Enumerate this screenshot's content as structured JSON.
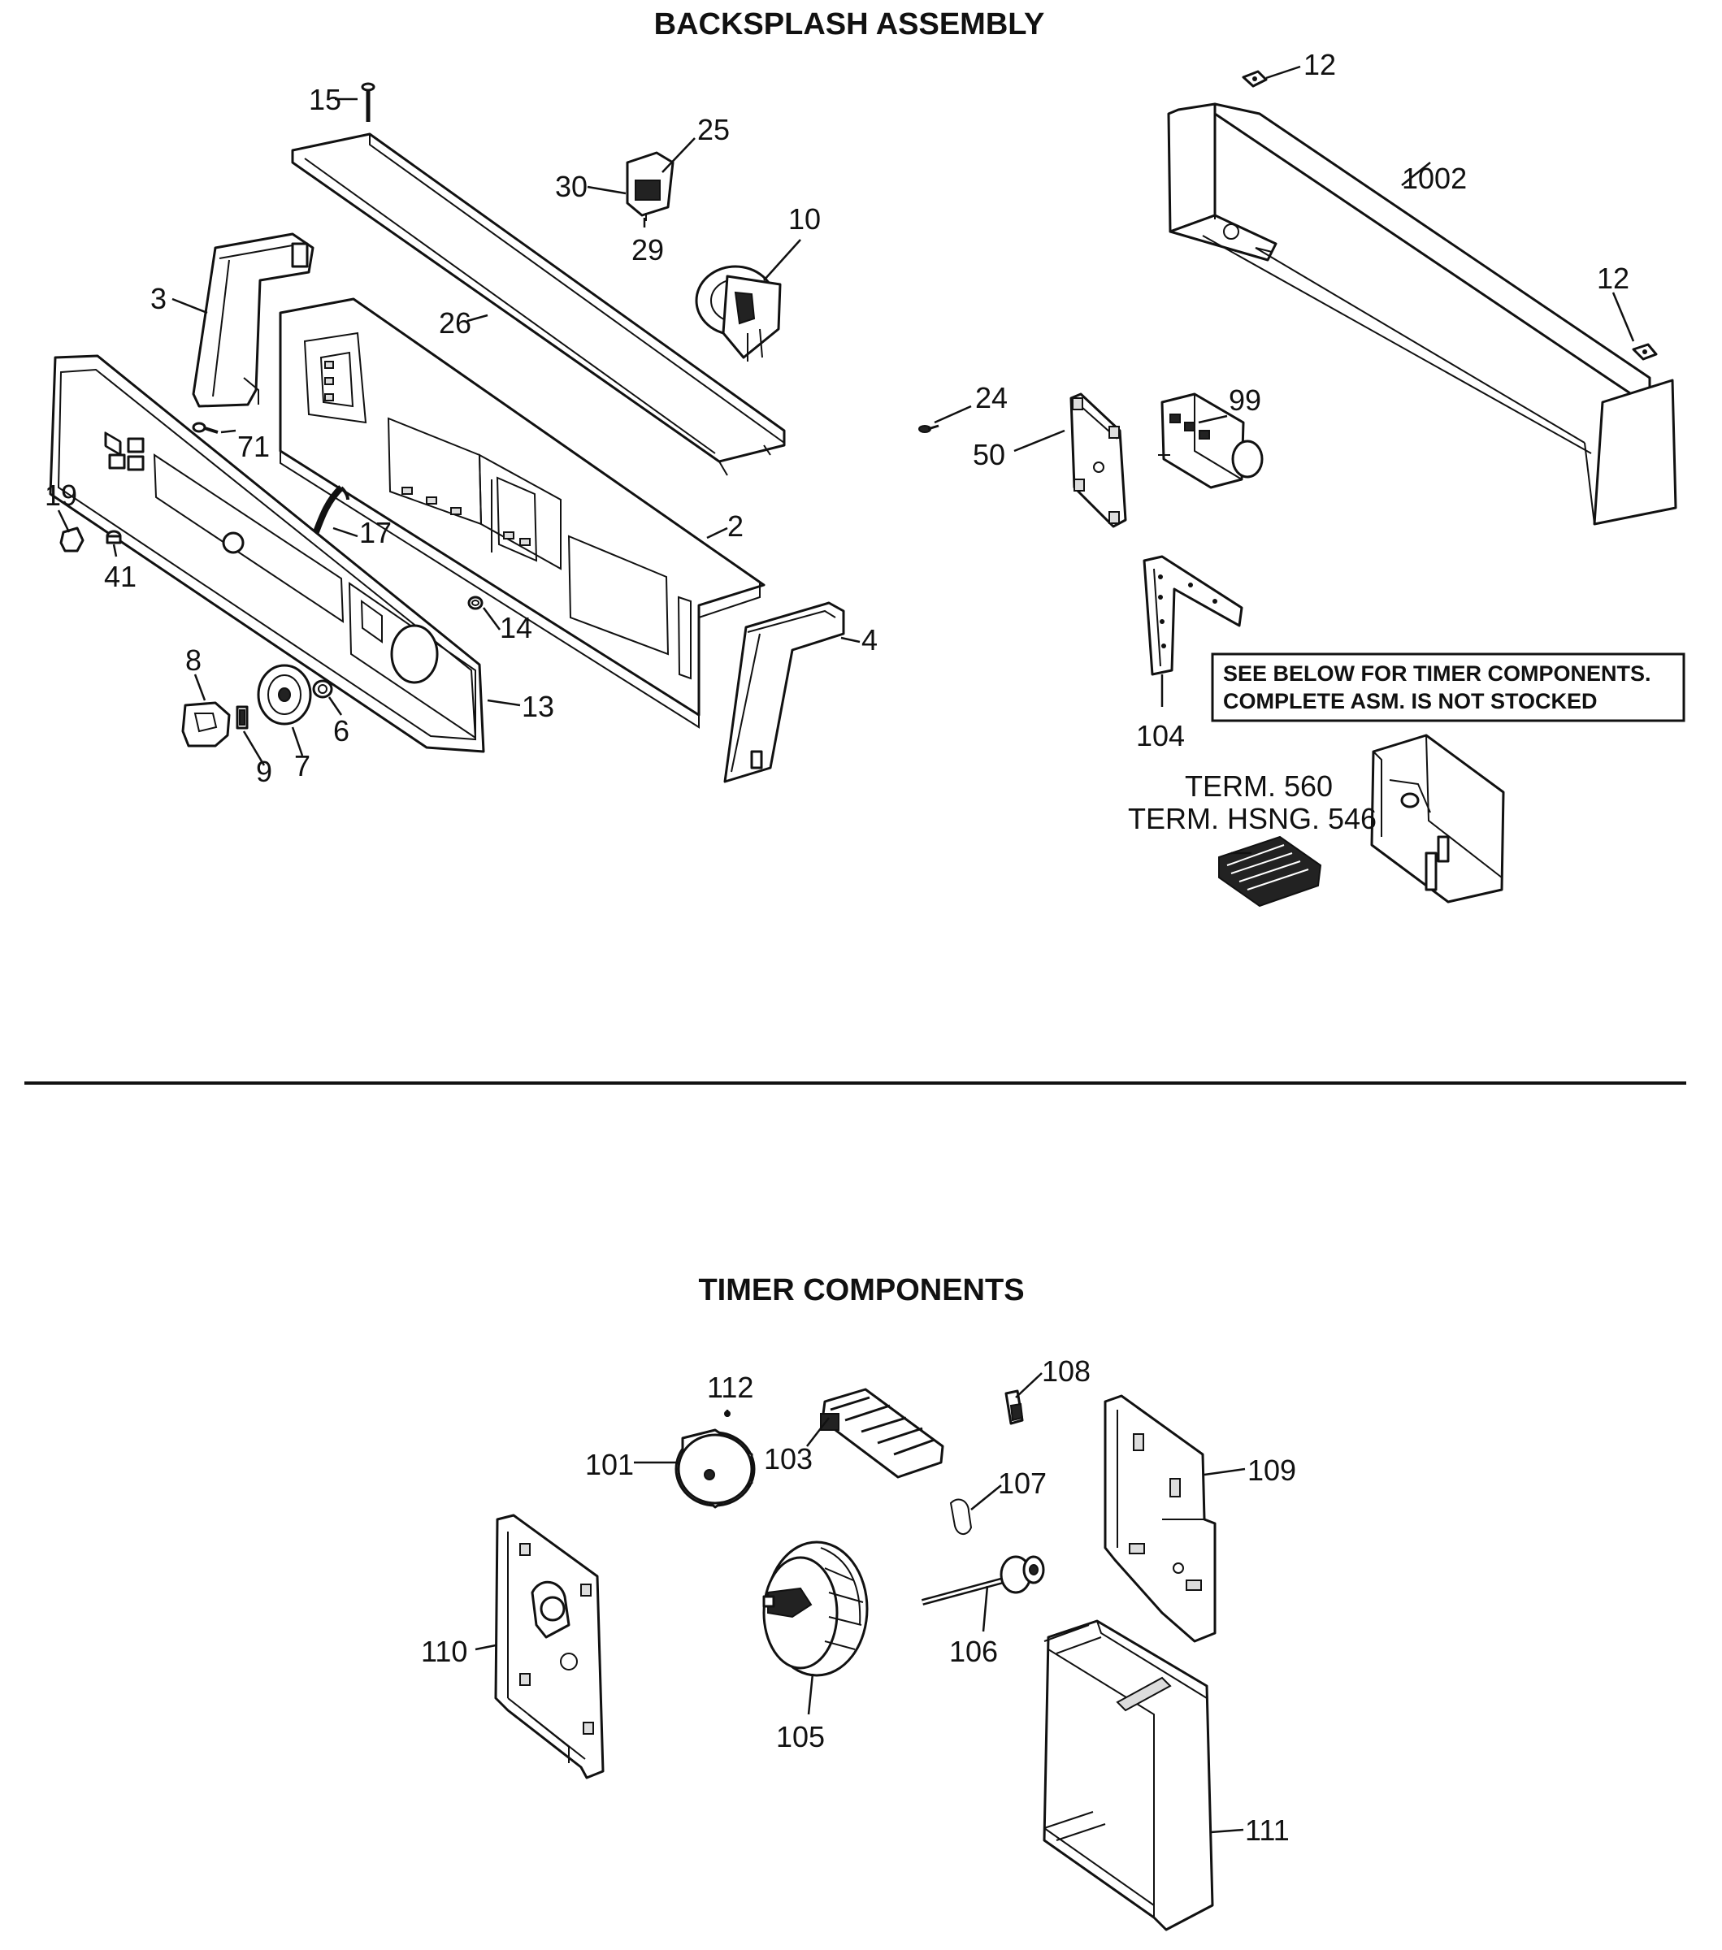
{
  "titles": {
    "top": "BACKSPLASH ASSEMBLY",
    "bottom": "TIMER COMPONENTS"
  },
  "note": {
    "line1": "SEE BELOW FOR TIMER COMPONENTS.",
    "line2": "COMPLETE ASM. IS NOT STOCKED"
  },
  "callouts": {
    "c15": "15",
    "c25": "25",
    "c30": "30",
    "c29": "29",
    "c10": "10",
    "c3": "3",
    "c26": "26",
    "c71": "71",
    "c19": "19",
    "c41": "41",
    "c17": "17",
    "c2": "2",
    "c14": "14",
    "c4": "4",
    "c8": "8",
    "c9": "9",
    "c7": "7",
    "c6": "6",
    "c13": "13",
    "c12a": "12",
    "c1002": "1002",
    "c12b": "12",
    "c24": "24",
    "c99": "99",
    "c50": "50",
    "c104": "104",
    "term560": "TERM. 560",
    "termhsng": "TERM. HSNG. 546",
    "c112": "112",
    "c101": "101",
    "c103": "103",
    "c108": "108",
    "c109": "109",
    "c107": "107",
    "c110": "110",
    "c105": "105",
    "c106": "106",
    "c111": "111"
  }
}
